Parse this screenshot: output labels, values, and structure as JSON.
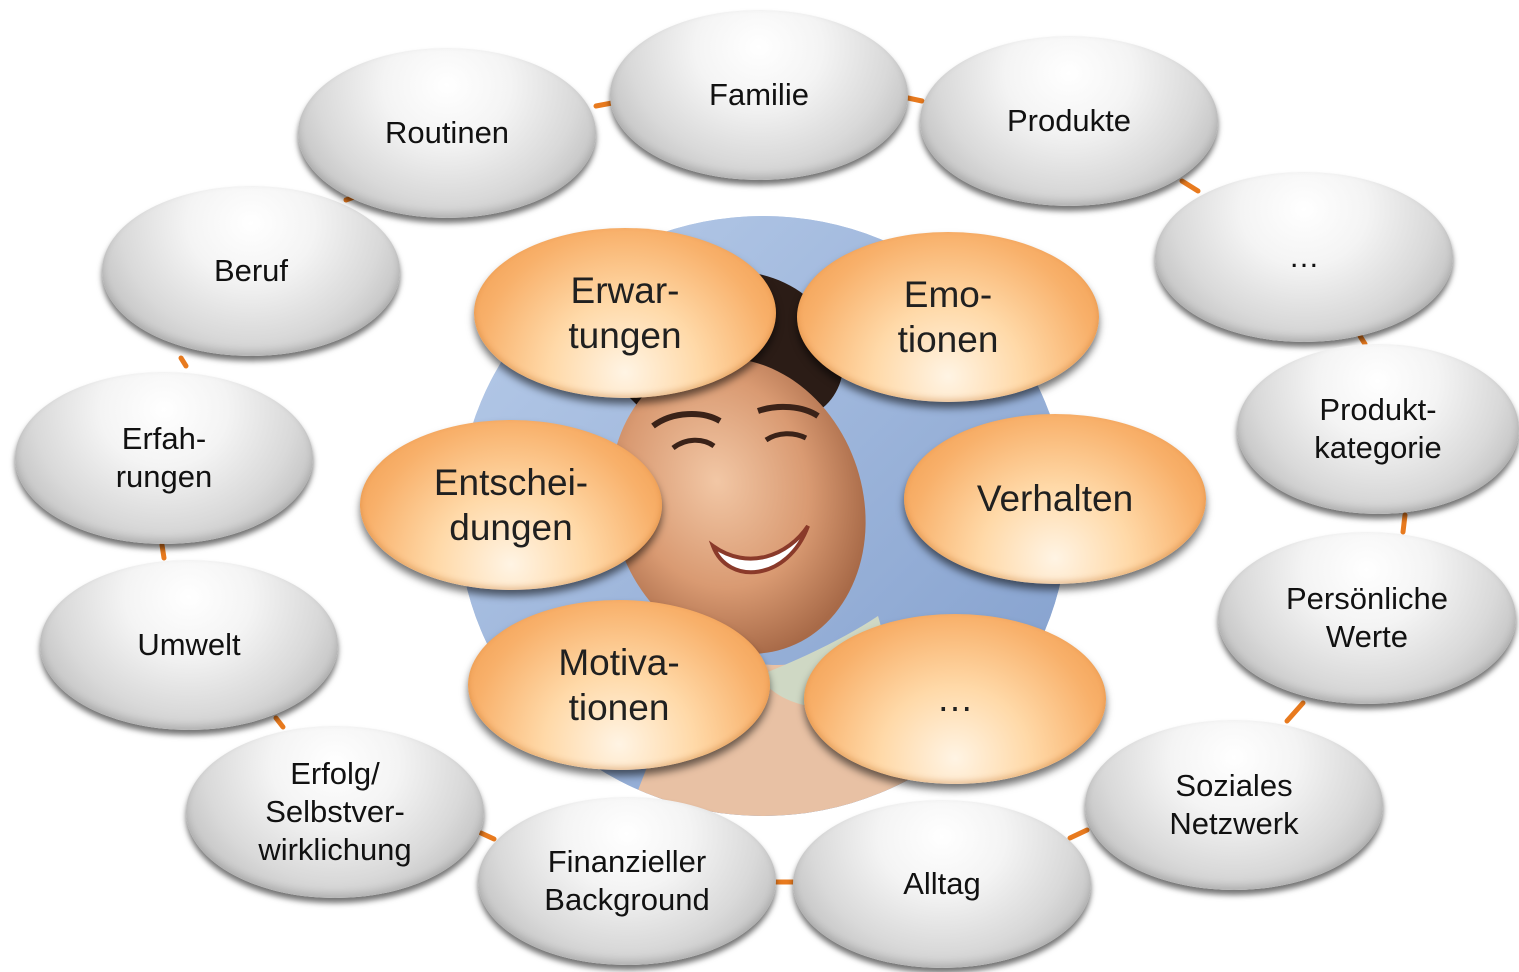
{
  "center_image": {
    "icon": "smiling-woman-photo"
  },
  "colors": {
    "connector": "#e87a1e",
    "outer_bubble": "#d9d9d9",
    "inner_bubble": "#f8b06a",
    "photo_sky": "#9fb8dd"
  },
  "outer_nodes": {
    "familie": "Familie",
    "produkte": "Produkte",
    "ellipsis": "…",
    "produktkategorie": "Produkt-\nkategorie",
    "persoenliche_werte": "Persönliche\nWerte",
    "soziales_netzwerk": "Soziales\nNetzwerk",
    "alltag": "Alltag",
    "finanzieller_background": "Finanzieller\nBackground",
    "erfolg": "Erfolg/\nSelbstver-\nwirklichung",
    "umwelt": "Umwelt",
    "erfahrungen": "Erfah-\nrungen",
    "beruf": "Beruf",
    "routinen": "Routinen"
  },
  "inner_nodes": {
    "erwartungen": "Erwar-\ntungen",
    "emotionen": "Emo-\ntionen",
    "entscheidungen": "Entschei-\ndungen",
    "verhalten": "Verhalten",
    "motivationen": "Motiva-\ntionen",
    "ellipsis": "…"
  }
}
